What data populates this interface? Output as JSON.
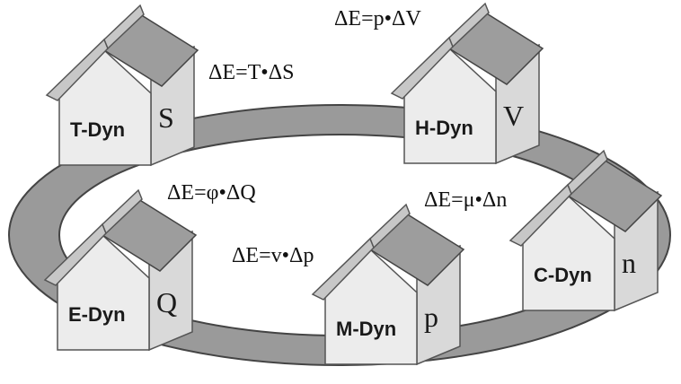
{
  "houses": [
    {
      "id": "t-dyn",
      "name": "T-Dyn",
      "variable": "S",
      "equation": "ΔE=T•ΔS"
    },
    {
      "id": "h-dyn",
      "name": "H-Dyn",
      "variable": "V",
      "equation": "ΔE=p•ΔV"
    },
    {
      "id": "e-dyn",
      "name": "E-Dyn",
      "variable": "Q",
      "equation": "ΔE=φ•ΔQ"
    },
    {
      "id": "m-dyn",
      "name": "M-Dyn",
      "variable": "p",
      "equation": "ΔE=v•Δp"
    },
    {
      "id": "c-dyn",
      "name": "C-Dyn",
      "variable": "n",
      "equation": "ΔE=μ•Δn"
    }
  ]
}
